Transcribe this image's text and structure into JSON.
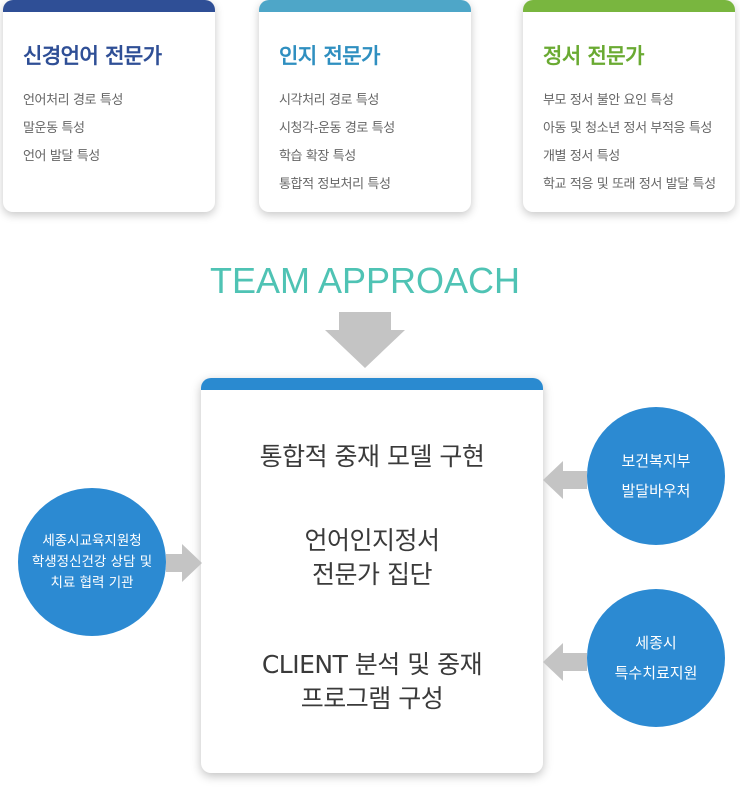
{
  "cards": [
    {
      "title": "신경언어 전문가",
      "items": [
        "언어처리 경로 특성",
        "말운동 특성",
        "언어 발달 특성"
      ],
      "color": "#2f4f96"
    },
    {
      "title": "인지 전문가",
      "items": [
        "시각처리 경로 특성",
        "시청각-운동 경로 특성",
        "학습 확장 특성",
        "통합적 정보처리 특성"
      ],
      "color": "#4ea6c8"
    },
    {
      "title": "정서 전문가",
      "items": [
        "부모 정서 불안 요인 특성",
        "아동 및 청소년 정서 부적응 특성",
        "개별 정서 특성",
        "학교 적응 및 또래 정서 발달 특성"
      ],
      "color": "#79b63f"
    }
  ],
  "team_title": "TEAM APPROACH",
  "center": {
    "lines": [
      "통합적 중재 모델 구현",
      "언어인지정서",
      "전문가 집단",
      "CLIENT 분석 및 중재",
      "프로그램 구성"
    ],
    "accent": "#2a8ad0"
  },
  "circles": {
    "left": [
      "세종시교육지원청",
      "학생정신건강 상담 및",
      "치료 협력 기관"
    ],
    "right_top": [
      "보건복지부",
      "발달바우처"
    ],
    "right_bottom": [
      "세종시",
      "특수치료지원"
    ],
    "color": "#2c8ad2"
  },
  "arrow_color": "#c4c4c4",
  "team_title_color": "#4fc3b4"
}
